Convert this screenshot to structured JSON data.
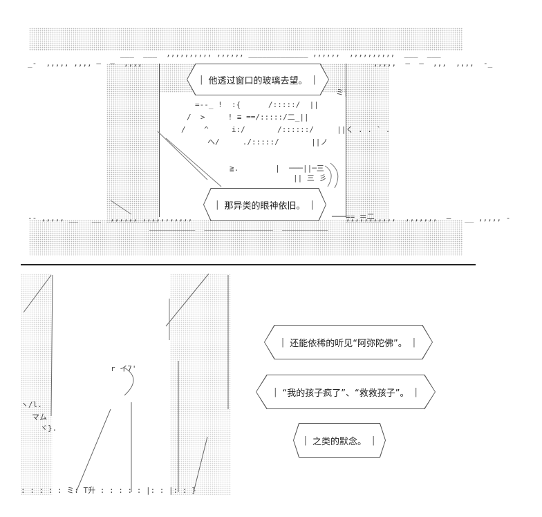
{
  "top_panel": {
    "bubbles": [
      {
        "text": "他透过窗口的玻璃去望。"
      },
      {
        "text": "那异类的眼神依旧。"
      }
    ]
  },
  "bottom_panel": {
    "bubbles": [
      {
        "text": "还能依稀的听见“阿弥陀佛”。"
      },
      {
        "text": "“我的孩子疯了”、“救救孩子”。"
      },
      {
        "text": "之类的默念。"
      }
    ]
  },
  "ascii_art": {
    "top_edge_left": "_-  ,,,,, ,,,, —  —  ,,,,",
    "top_edge_mid": "___  ___  ,,,,,,,,,, ,,,,,, _____________ ,,,,,,  ,,,,,,,,,,  ___  ___",
    "top_edge_right": ",,,,,  —  —  ,,,  ,,,,  -_",
    "bottom_edge_left": "-- ,,,,, __   __  ,,,,,, ,,,,,,,,,,,",
    "bottom_edge_mid": "__________  _______________  __________",
    "bottom_edge_right": ",,,,,,,,,,,  ,,,,,,,  —   __ ,,,,, -",
    "lines_a": "=-‐_ !  :{      /:::::/  ||",
    "lines_b": "/  >     ! ≡ ==/:::::/二_||",
    "lines_c": "/    ^     i:/       /::::::/     ||く . . ` .",
    "lines_d": "ヘ/     ./:::::/       ||ノ",
    "lines_e": "≧.        |  ───||─三",
    "lines_f": "|| 三 彡 ",
    "right_text": "ミ|",
    "bottom_right_glyph": "───== ＝二",
    "figure_left_labels": [
      "ヽ/l.",
      "マム",
      "ヾ}."
    ],
    "figure_bottom": ": : : : : ミ: T升 : : : : : |: : |: : }",
    "figure_mid": "r イ7'"
  }
}
